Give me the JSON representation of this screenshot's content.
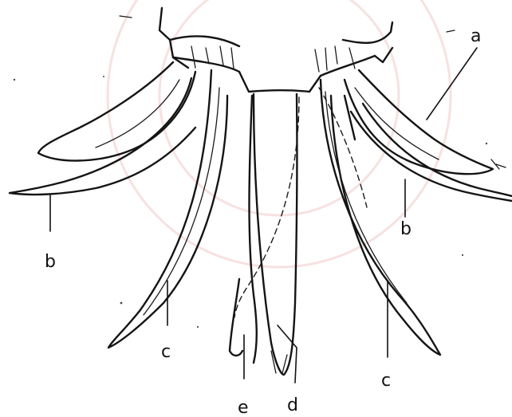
{
  "labels": {
    "a": "a",
    "b_left": "b",
    "b_right": "b",
    "c_left": "c",
    "c_right": "c",
    "d": "d",
    "e": "e"
  },
  "colors": {
    "ink": "#141414",
    "background": "#ffffff",
    "watermark": "#f0c8c8"
  }
}
